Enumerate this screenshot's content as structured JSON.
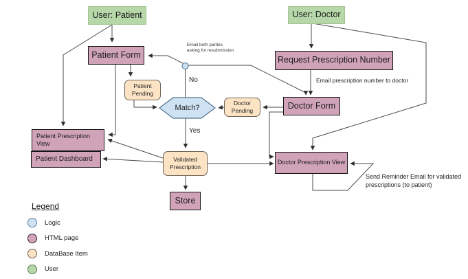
{
  "diagram": {
    "nodes": {
      "user_patient": {
        "label": "User: Patient",
        "type": "user"
      },
      "user_doctor": {
        "label": "User: Doctor",
        "type": "user"
      },
      "patient_form": {
        "label": "Patient Form",
        "type": "html-page"
      },
      "request_prescription_number": {
        "label": "Request Prescription Number",
        "type": "html-page"
      },
      "doctor_form": {
        "label": "Doctor Form",
        "type": "html-page"
      },
      "patient_pending": {
        "label": "Patient Pending",
        "type": "database-item"
      },
      "doctor_pending": {
        "label": "Doctor Pending",
        "type": "database-item"
      },
      "match_decision": {
        "label": "Match?",
        "type": "logic"
      },
      "patient_prescription_view": {
        "label": "Patient Prescription View",
        "type": "html-page"
      },
      "patient_dashboard": {
        "label": "Patient Dashboard",
        "type": "html-page"
      },
      "validated_prescription": {
        "label": "Validated Prescription",
        "type": "database-item"
      },
      "store": {
        "label": "Store",
        "type": "html-page"
      },
      "doctor_prescription_view": {
        "label": "Doctor Prescription View",
        "type": "html-page"
      }
    },
    "edge_labels": {
      "no": "No",
      "yes": "Yes",
      "email_both_parties": "Email both parties asking for resubmission",
      "email_prescription_number": "Email prescription number to doctor",
      "send_reminder": "Send Reminder Email for validated prescriptions (to patient)"
    }
  },
  "legend": {
    "title": "Legend",
    "items": [
      {
        "label": "Logic",
        "color": "#cfe2f3"
      },
      {
        "label": "HTML page",
        "color": "#d0a3b9"
      },
      {
        "label": "DataBase Item",
        "color": "#fbe3c4"
      },
      {
        "label": "User",
        "color": "#b6d7a8"
      }
    ]
  },
  "colors": {
    "user": "#b6d7a8",
    "html_page": "#d0a3b9",
    "database_item": "#fbe3c4",
    "logic": "#cfe2f3",
    "line": "#4a4a4a"
  }
}
